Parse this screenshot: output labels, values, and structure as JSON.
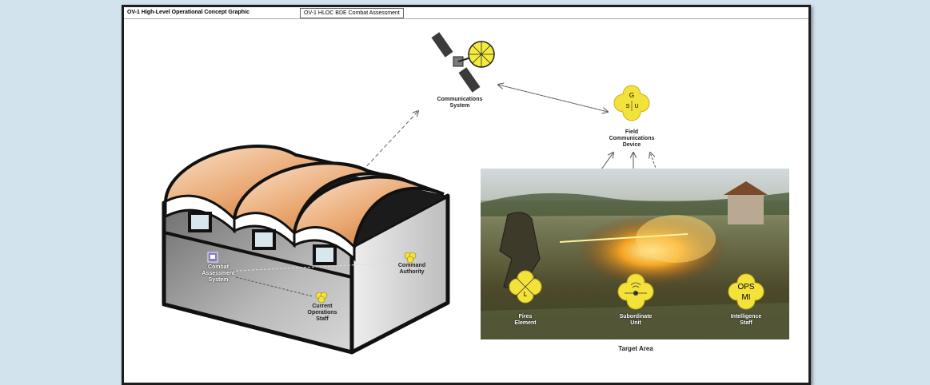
{
  "header": {
    "diagram_title": "OV-1 High-Level Operational Concept Graphic",
    "diagram_name": "OV-1 HLOC BDE Combat Assessment"
  },
  "nodes": {
    "communications_system": "Communications\nSystem",
    "field_communications_device": "Field\nCommunications\nDevice",
    "combat_assessment_system": "Combat\nAssessment\nSystem",
    "current_operations_staff": "Current\nOperations\nStaff",
    "command_authority": "Command\nAuthority",
    "fires_element": "Fires\nElement",
    "subordinate_unit": "Subordinate\nUnit",
    "intelligence_staff": "Intelligence\nStaff",
    "target_area": "Target Area"
  },
  "symbols": {
    "field_device_letters": [
      "G",
      "S",
      "U"
    ],
    "fires_letter": "L",
    "intel_letters": [
      "OPS",
      "MI"
    ]
  },
  "colors": {
    "background": "#d3e3ee",
    "symbol_yellow": "#f3e23a",
    "roof_orange": "#e9a771",
    "building_grey": "#9a9a9a"
  }
}
